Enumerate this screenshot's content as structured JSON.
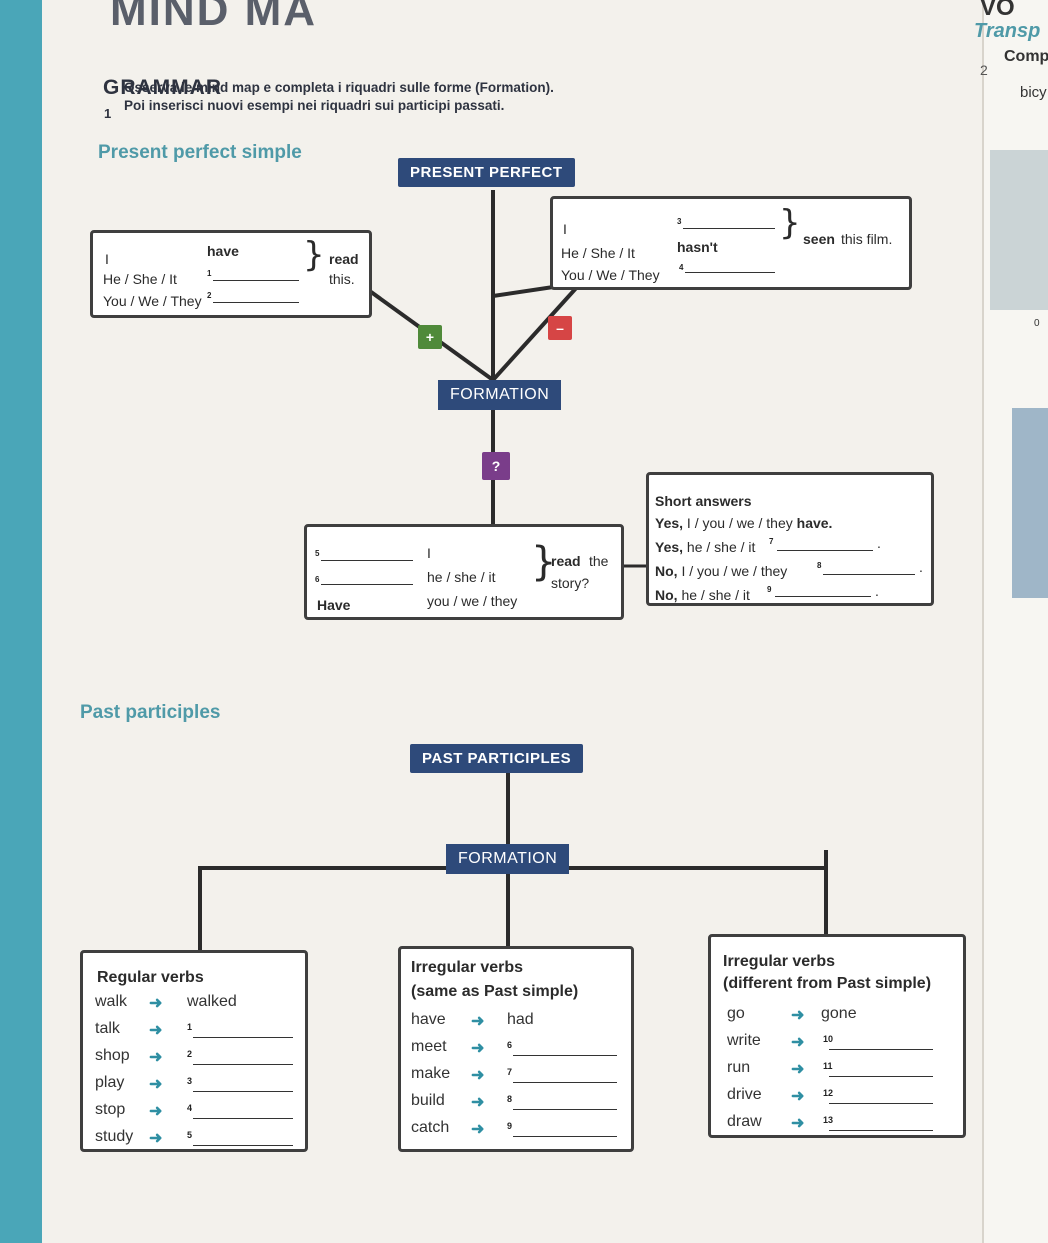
{
  "page_header": {
    "title": "MIND MA",
    "grammar": "GRAMMAR"
  },
  "instruction": {
    "number": "1",
    "line1": "Osserva le mind map e completa i riquadri sulle forme (Formation).",
    "line2": "Poi inserisci nuovi esempi nei riquadri sui participi passati."
  },
  "right_page": {
    "vo": "VO",
    "transp": "Transp",
    "ex_number": "2",
    "comp": "Comp",
    "bic": "bicy",
    "zero": "0"
  },
  "present_perfect": {
    "section_title": "Present perfect simple",
    "header": "PRESENT PERFECT",
    "formation": "FORMATION",
    "plus": "+",
    "minus": "–",
    "question": "?",
    "affirmative": {
      "subj1": "I",
      "subj2": "He / She / It",
      "subj3": "You / We / They",
      "aux": "have",
      "n1": "1",
      "n2": "2",
      "verb": "read",
      "object": "this."
    },
    "negative": {
      "subj1": "I",
      "subj2": "He / She / It",
      "subj3": "You / We / They",
      "n3": "3",
      "n4": "4",
      "aux": "hasn't",
      "rest_bold": "seen",
      "rest": "this film."
    },
    "interrogative": {
      "n5": "5",
      "n6": "6",
      "aux_bold": "Have",
      "subj1": "I",
      "subj2": "he / she / it",
      "subj3": "you / we / they",
      "verb": "read",
      "rest1": "the",
      "rest2": "story?"
    },
    "short_answers": {
      "title": "Short answers",
      "a1_yes": "Yes,",
      "a1_mid": "I / you / we / they",
      "a1_end": "have.",
      "a2_yes": "Yes,",
      "a2_mid": "he / she / it",
      "n7": "7",
      "a3_no": "No,",
      "a3_mid": "I / you / we / they",
      "n8": "8",
      "a4_no": "No,",
      "a4_mid": "he / she / it",
      "n9": "9",
      "dot": "."
    }
  },
  "past_participles": {
    "section_title": "Past participles",
    "header": "PAST PARTICIPLES",
    "formation": "FORMATION",
    "regular": {
      "title": "Regular verbs",
      "rows": [
        {
          "base": "walk",
          "pp": "walked",
          "num": ""
        },
        {
          "base": "talk",
          "pp": "",
          "num": "1"
        },
        {
          "base": "shop",
          "pp": "",
          "num": "2"
        },
        {
          "base": "play",
          "pp": "",
          "num": "3"
        },
        {
          "base": "stop",
          "pp": "",
          "num": "4"
        },
        {
          "base": "study",
          "pp": "",
          "num": "5"
        }
      ]
    },
    "irregular_same": {
      "title1": "Irregular verbs",
      "title2": "(same as Past simple)",
      "rows": [
        {
          "base": "have",
          "pp": "had",
          "num": ""
        },
        {
          "base": "meet",
          "pp": "",
          "num": "6"
        },
        {
          "base": "make",
          "pp": "",
          "num": "7"
        },
        {
          "base": "build",
          "pp": "",
          "num": "8"
        },
        {
          "base": "catch",
          "pp": "",
          "num": "9"
        }
      ]
    },
    "irregular_diff": {
      "title1": "Irregular verbs",
      "title2": "(different from Past simple)",
      "rows": [
        {
          "base": "go",
          "pp": "gone",
          "num": ""
        },
        {
          "base": "write",
          "pp": "",
          "num": "10"
        },
        {
          "base": "run",
          "pp": "",
          "num": "11"
        },
        {
          "base": "drive",
          "pp": "",
          "num": "12"
        },
        {
          "base": "draw",
          "pp": "",
          "num": "13"
        }
      ]
    },
    "arrow": "➜"
  },
  "colors": {
    "teal": "#4aa6b8",
    "navy": "#2e4a7a",
    "plus": "#4f8a3a",
    "minus": "#d64545",
    "question": "#7a3d8a"
  }
}
